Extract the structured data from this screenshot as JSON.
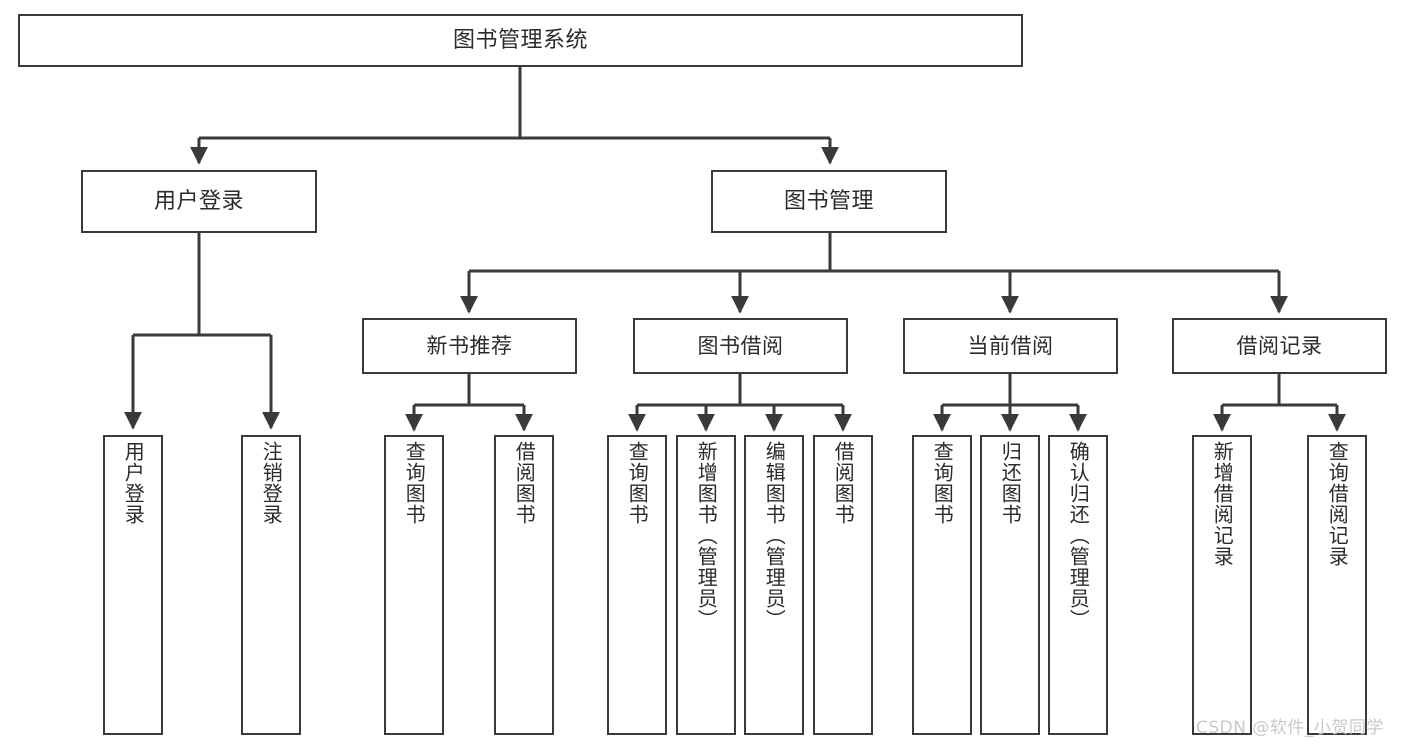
{
  "diagram": {
    "type": "tree-hierarchy-chart",
    "title": "图书管理系统",
    "root": {
      "label": "图书管理系统"
    },
    "level1": [
      {
        "label": "用户登录"
      },
      {
        "label": "图书管理"
      }
    ],
    "level2": [
      {
        "label": "新书推荐"
      },
      {
        "label": "图书借阅"
      },
      {
        "label": "当前借阅"
      },
      {
        "label": "借阅记录"
      }
    ],
    "leaves": {
      "user_login": [
        {
          "label": "用户登录"
        },
        {
          "label": "注销登录"
        }
      ],
      "new_book_recommend": [
        {
          "label": "查询图书"
        },
        {
          "label": "借阅图书"
        }
      ],
      "book_borrow": [
        {
          "label": "查询图书"
        },
        {
          "label": "新增图书（管理员）"
        },
        {
          "label": "编辑图书（管理员）"
        },
        {
          "label": "借阅图书"
        }
      ],
      "current_borrow": [
        {
          "label": "查询图书"
        },
        {
          "label": "归还图书"
        },
        {
          "label": "确认归还（管理员）"
        }
      ],
      "borrow_record": [
        {
          "label": "新增借阅记录"
        },
        {
          "label": "查询借阅记录"
        }
      ]
    }
  },
  "watermark": {
    "text": "CSDN @软件_小贺同学"
  },
  "colors": {
    "stroke": "#3a3a3a",
    "background": "#ffffff",
    "text": "#2b2b2b",
    "watermark": "#c9c9c9"
  }
}
